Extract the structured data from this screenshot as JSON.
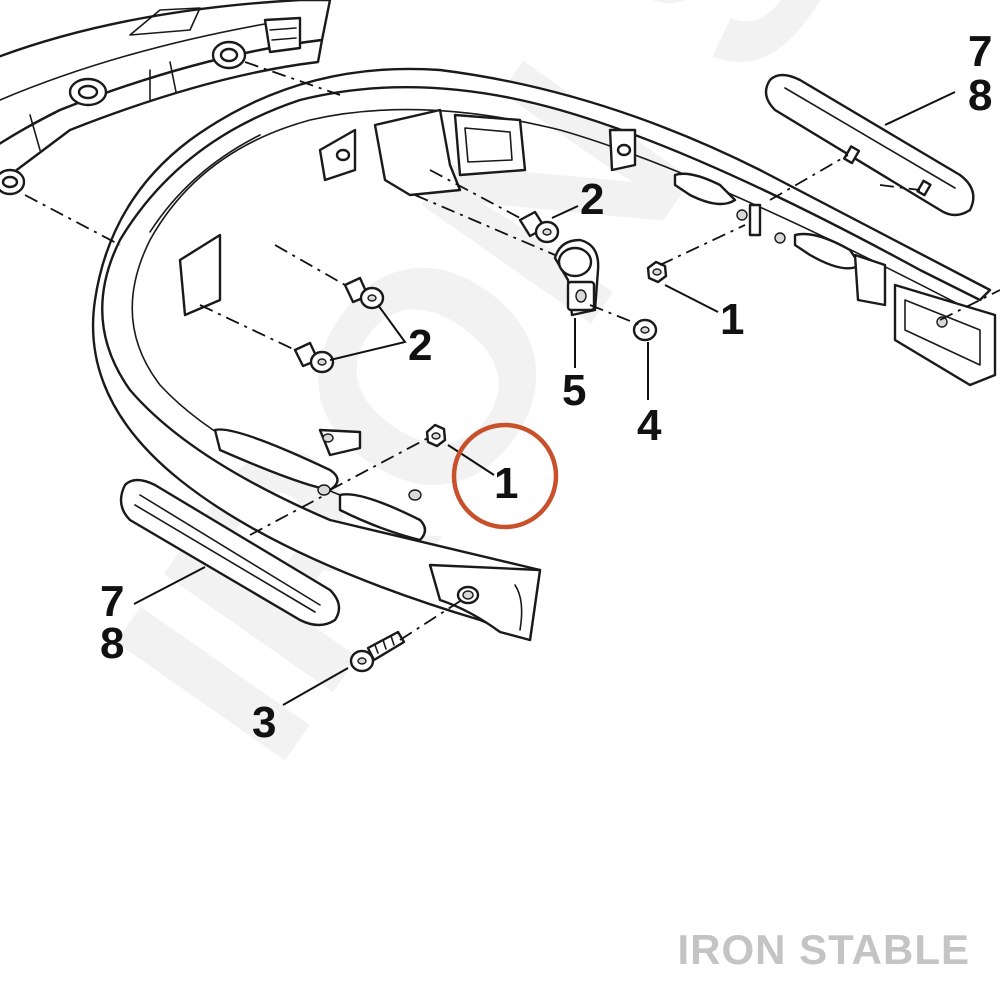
{
  "watermark": {
    "text": "IRON STABLE"
  },
  "brand": {
    "text": "IRON STABLE"
  },
  "callouts": {
    "c1_right": "1",
    "c1_circled": "1",
    "c2_top": "2",
    "c2_left": "2",
    "c3": "3",
    "c4": "4",
    "c5": "5",
    "c7_right": "7",
    "c8_right": "8",
    "c7_left": "7",
    "c8_left": "8"
  },
  "colors": {
    "highlight_circle": "#c8502a",
    "line": "#1a1a1a",
    "shading": "#d9d9d9",
    "watermark": "#f2f2f2",
    "brand": "#c4c4c4"
  }
}
